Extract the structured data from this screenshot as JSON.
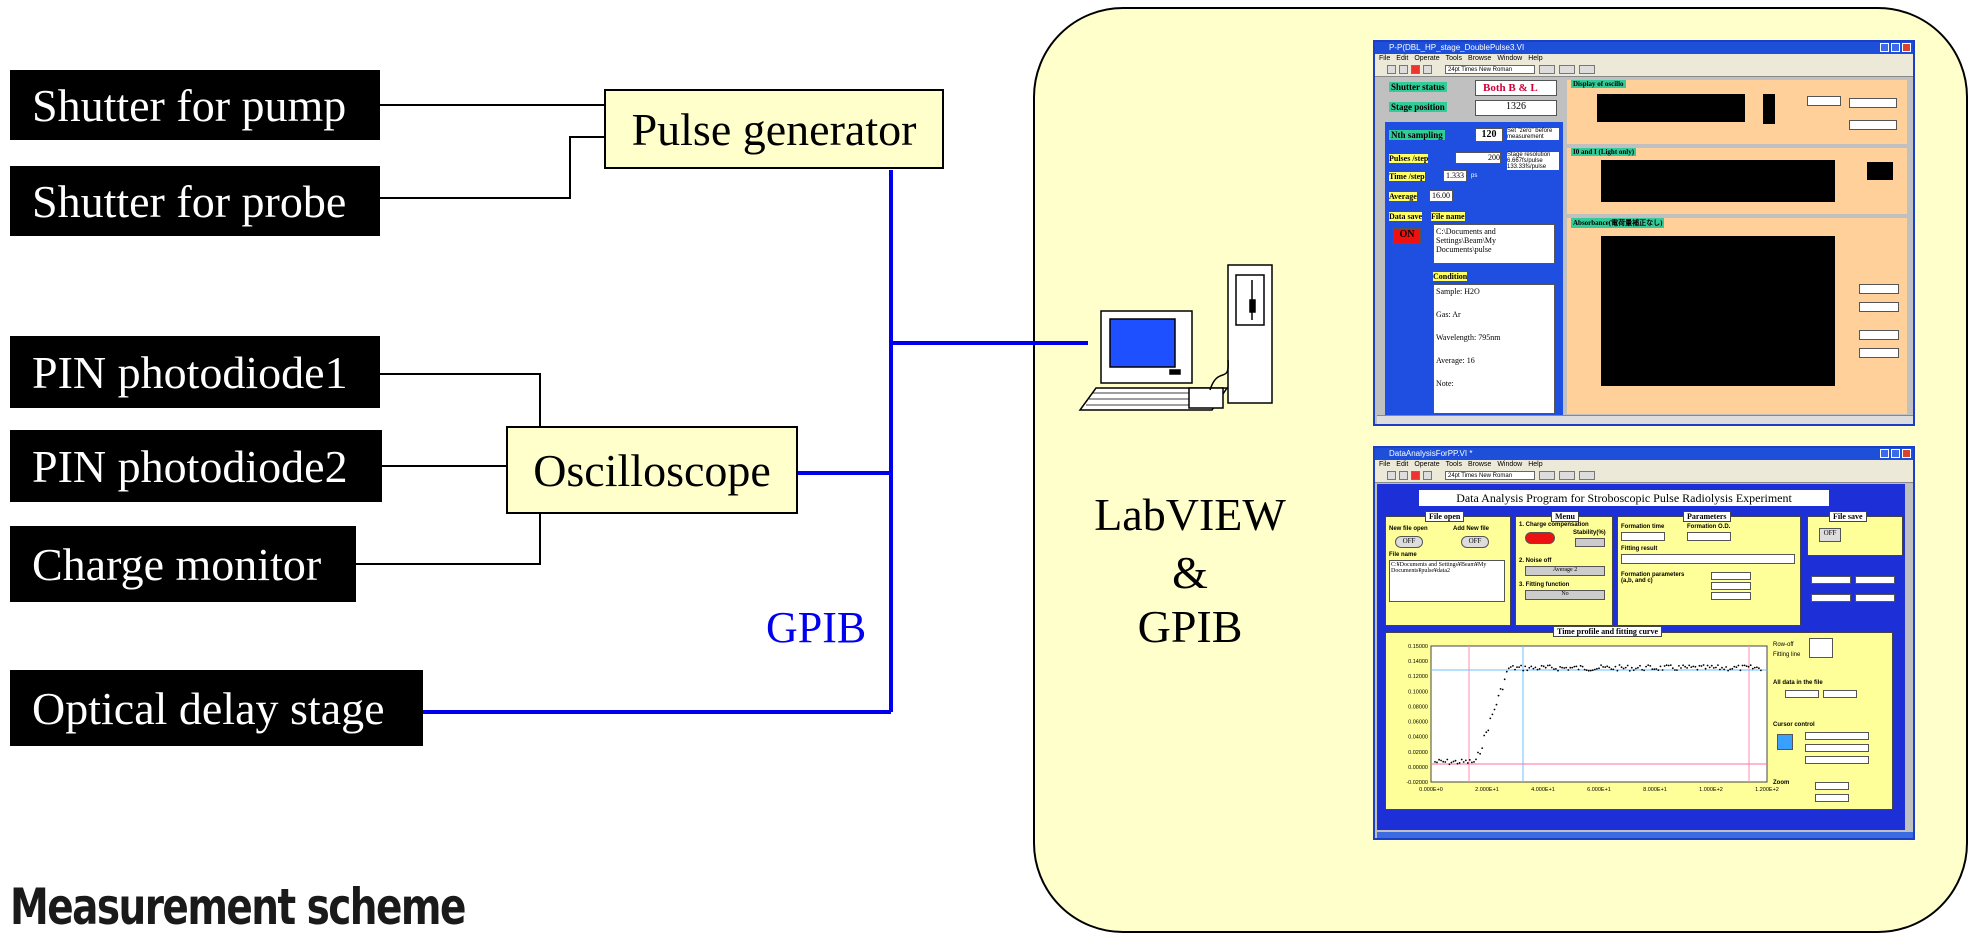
{
  "devices": {
    "shutter_pump": "Shutter for pump",
    "shutter_probe": "Shutter for probe",
    "pin1": "PIN photodiode1",
    "pin2": "PIN photodiode2",
    "charge_monitor": "Charge monitor",
    "delay_stage": "Optical delay stage"
  },
  "instruments": {
    "pulse_generator": "Pulse generator",
    "oscilloscope": "Oscilloscope"
  },
  "bus_label": "GPIB",
  "software": {
    "line1": "LabVIEW",
    "line2": "&",
    "line3": "GPIB"
  },
  "caption": "Measurement scheme",
  "colors": {
    "wire": "#000000",
    "gpib_bus": "#0000ee",
    "panel_fill": "#ffffcc",
    "device_fill": "#000000"
  },
  "screenshot_top": {
    "title": "P-P(DBL_HP_stage_DoublePulse3.VI",
    "menu": [
      "File",
      "Edit",
      "Operate",
      "Tools",
      "Browse",
      "Window",
      "Help"
    ],
    "font_select": "24pt Times New Roman",
    "shutter_status_label": "Shutter status",
    "shutter_status_value": "Both B & L",
    "stage_position_label": "Stage position",
    "stage_position_value": "1326",
    "nth_sampling_label": "Nth sampling",
    "nth_sampling_value": "120",
    "zero_note": "Set \"zero\" before measurement",
    "pulses_step_label": "Pulses /step",
    "pulses_step_value": "200",
    "time_step_label": "Time /step",
    "time_step_value": "1.333",
    "time_step_unit": "ps",
    "stage_resolution": "Stage resolution 6.667fs/pulse 133.33fs/pulse",
    "average_label": "Average",
    "average_value": "16.00",
    "data_save_label": "Data save",
    "data_save_button": "ON",
    "file_name_label": "File name",
    "file_path": "C:\\Documents and Settings\\Beam\\My Documents\\pulse",
    "condition_label": "Condition",
    "condition_lines": [
      "Sample: H2O",
      "Gas: Ar",
      "Wavelength: 795nm",
      "Average: 16",
      "Note:"
    ],
    "osc_panel_title": "Display of oscillo",
    "i0_panel_title": "I0 and I (Light only)",
    "abs_panel_title": "Absorbance(電荷量補正なし)"
  },
  "screenshot_bottom": {
    "title": "DataAnalysisForPP.VI *",
    "menu": [
      "File",
      "Edit",
      "Operate",
      "Tools",
      "Browse",
      "Window",
      "Help"
    ],
    "font_select": "24pt Times New Roman",
    "header": "Data Analysis Program for Stroboscopic Pulse Radiolysis Experiment",
    "file_open_title": "File open",
    "menu_title": "Menu",
    "parameters_title": "Parameters",
    "file_save_title": "File save",
    "new_file_open": "New file open",
    "add_new_file": "Add New file",
    "off": "OFF",
    "file_name_label": "File name",
    "file_name_value": "C:¥Documents and Settings¥Beam¥My Documents¥pulse¥data2",
    "charge_compensation": "1. Charge compensation",
    "stability": "Stability(%)",
    "noise_off": "2. Noise off",
    "average_sel": "Average 2",
    "fitting_function": "3. Fitting function",
    "fitting_sel": "No",
    "formation_time": "Formation time",
    "formation_od": "Formation O.D.",
    "fitting_result": "Fitting result",
    "formation_parameters": "Formation parameters (a,b, and c)",
    "plot_title": "Time profile and fitting curve",
    "raw_off": "Row-off",
    "fitting_line": "Fitting line",
    "all_data": "All data in the file",
    "cursor_control": "Cursor control",
    "zoom": "Zoom"
  },
  "chart_bottom": {
    "type": "scatter",
    "y_ticks": [
      "0.15000",
      "0.14000",
      "0.12000",
      "0.10000",
      "0.08000",
      "0.06000",
      "0.04000",
      "0.02000",
      "0.00000",
      "-0.02000"
    ],
    "x_ticks": [
      "0.000E+0",
      "2.000E+1",
      "4.000E+1",
      "6.000E+1",
      "8.000E+1",
      "1.000E+2",
      "1.200E+2"
    ]
  }
}
